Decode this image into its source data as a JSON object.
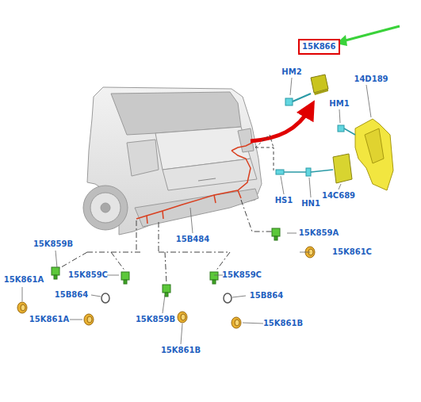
{
  "diagram": {
    "nodes": [
      {
        "text": [
          "15K866"
        ]
      }
    ],
    "labels": [
      "HM2",
      "HM1",
      "14D189",
      "HS1",
      "HN1",
      "14C689",
      "15B484",
      "15K859A",
      "15K861C",
      "15K859B",
      "15K861A",
      "15K859C",
      "15B864",
      "15K861A",
      "15K859B",
      "15K861B",
      "15K859C",
      "15B864",
      "15K861B"
    ]
  }
}
